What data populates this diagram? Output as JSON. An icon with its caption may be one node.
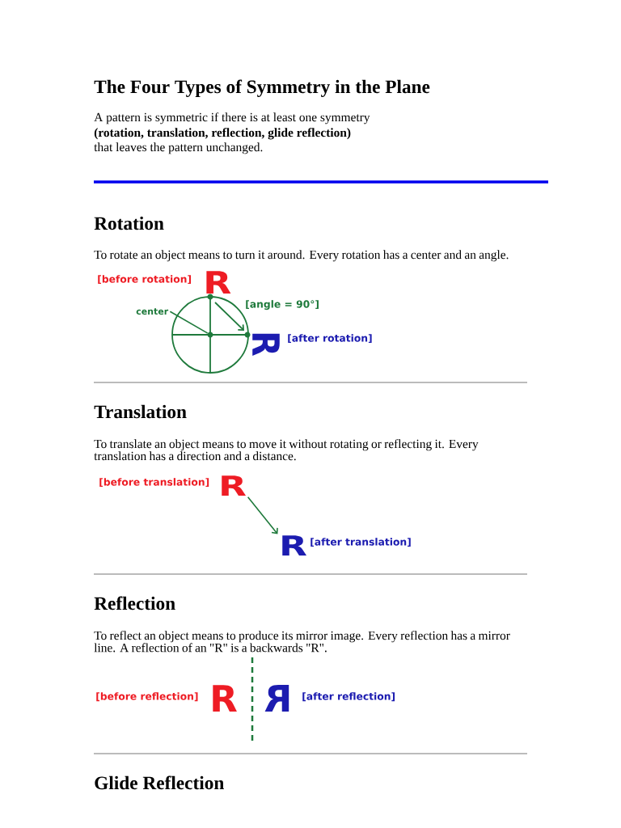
{
  "diagram": {
    "title": "The Four Types of Symmetry in the Plane",
    "nodes": [
      {
        "text": [
          "center"
        ]
      },
      {
        "text": [],
        "shape": "circle"
      },
      {
        "text": [
          "R"
        ]
      },
      {
        "text": [
          "R"
        ]
      }
    ],
    "edges": [
      {
        "from": 0,
        "to": 1,
        "arrow": "none"
      },
      {
        "from": 2,
        "to": 3,
        "arrow": "to"
      }
    ],
    "labels": [
      "A pattern is symmetric if there is at least one symmetry",
      "(rotation, translation, reflection, glide reflection)",
      "that leaves the pattern unchanged.",
      "Rotation",
      "To rotate an object means to turn it around. Every rotation has a center and an angle.",
      "[before rotation]",
      "R",
      "[angle = 90°]",
      "R",
      "[after rotation]",
      "Translation",
      "To translate an object means to move it without rotating or reflecting it. Every translation has a direction and a distance.",
      "[before translation]",
      "[after translation]",
      "Reflection",
      "To reflect an object means to produce its mirror image. Every reflection has a mirror line. A reflection of an \"R\" is a backwards \"R\".",
      "[before reflection]",
      "R",
      "R",
      "[after reflection]",
      "Glide Reflection"
    ]
  }
}
